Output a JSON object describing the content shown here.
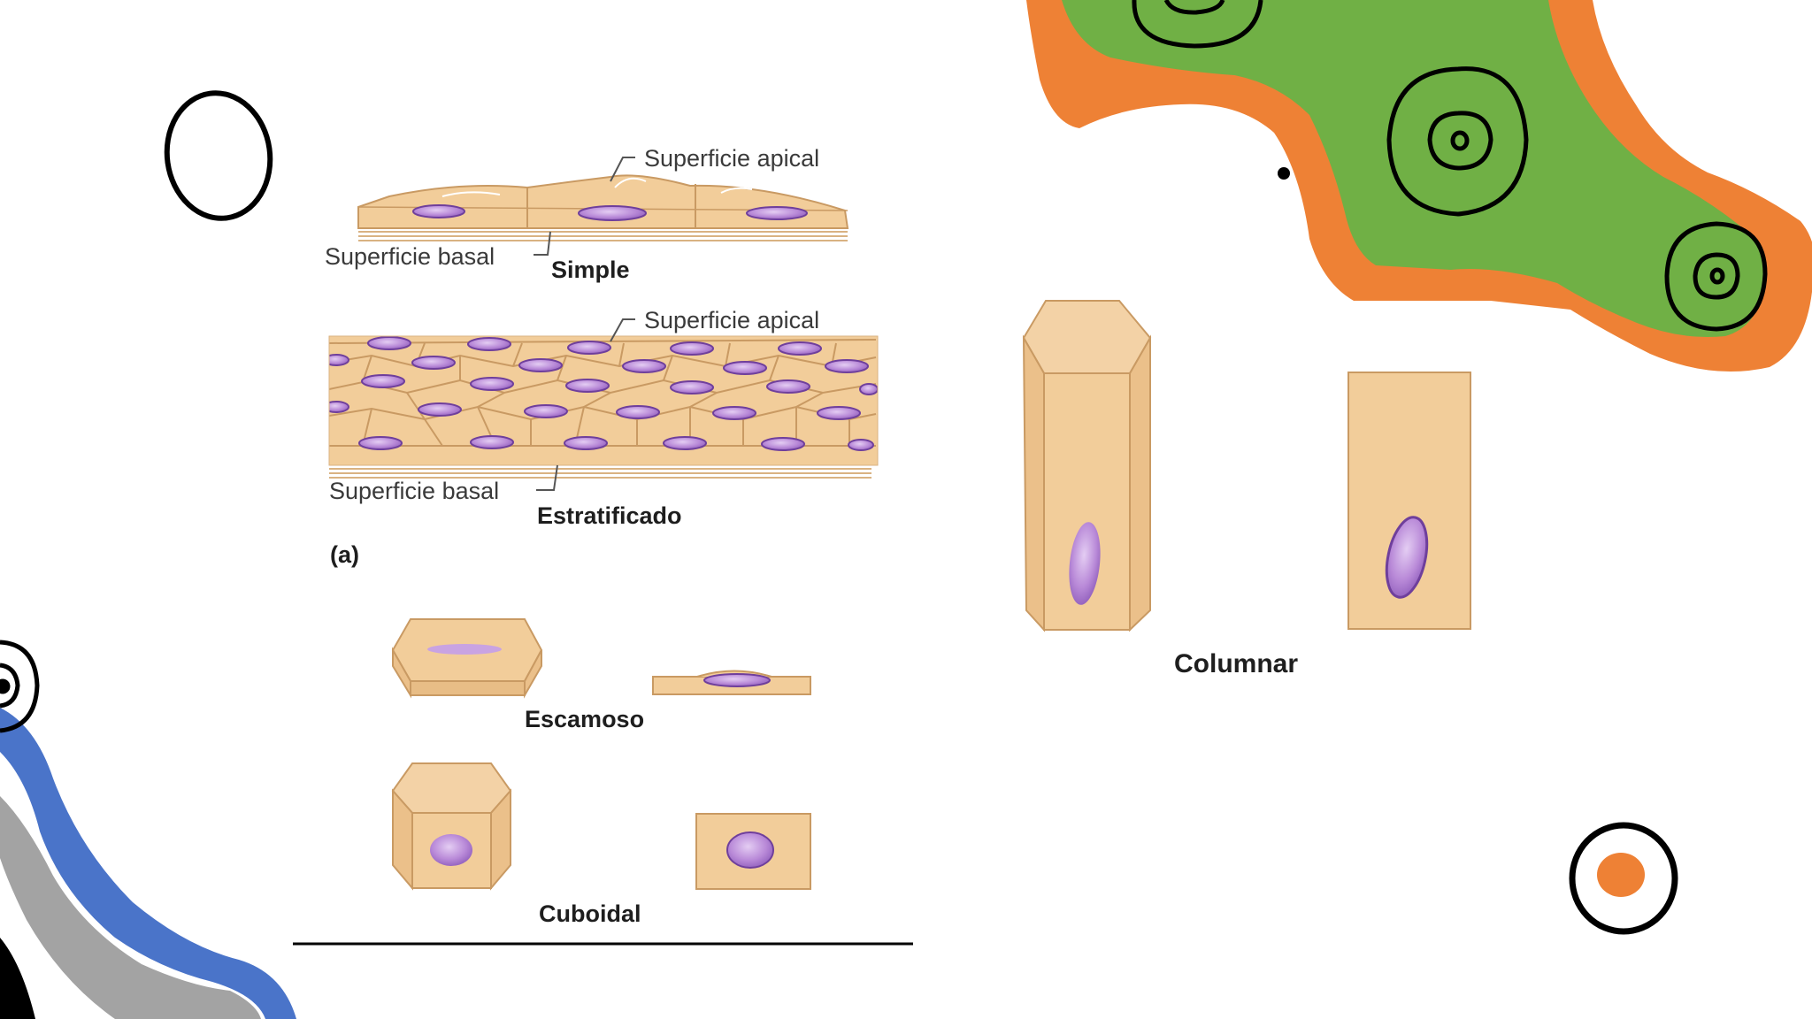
{
  "figure": {
    "labels": {
      "apical_1": "Superficie apical",
      "basal_1": "Superficie basal",
      "simple": "Simple",
      "apical_2": "Superficie apical",
      "basal_2": "Superficie basal",
      "stratified": "Estratificado",
      "panel_marker": "(a)",
      "squamous": "Escamoso",
      "cuboidal": "Cuboidal",
      "columnar": "Columnar"
    }
  },
  "colors": {
    "cell_fill": "#f2cd9a",
    "cell_edge": "#c99a63",
    "nucleus_fill": "#b07fd0",
    "nucleus_edge": "#6f3f9c",
    "deco_orange": "#ee8135",
    "deco_green": "#70b045",
    "deco_blue": "#4a74c9",
    "deco_gray": "#a3a3a3",
    "deco_black": "#000000"
  },
  "icons": [
    "ring-icon",
    "spiral-icon",
    "dot-icon",
    "orange-dot-ring-icon"
  ]
}
